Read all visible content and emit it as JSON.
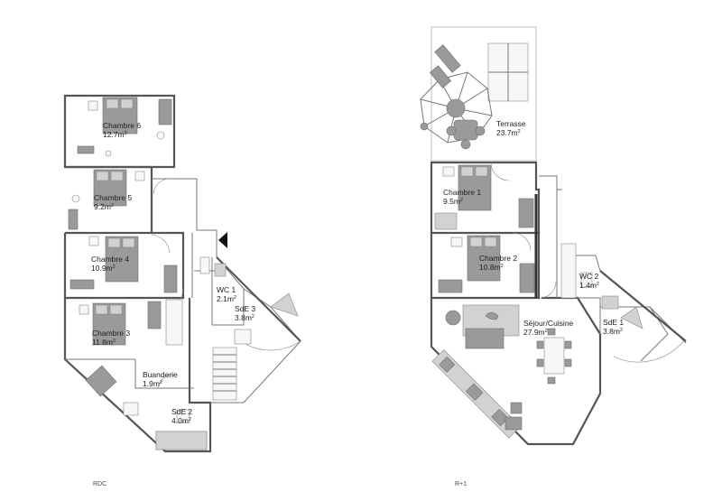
{
  "floors": [
    {
      "id": "rdc",
      "label": "RDC",
      "rooms": [
        {
          "name": "Chambre 6",
          "area": "12.7m"
        },
        {
          "name": "Chambre 5",
          "area": "9.2m"
        },
        {
          "name": "Chambre 4",
          "area": "10.9m"
        },
        {
          "name": "Chambre 3",
          "area": "11.8m"
        },
        {
          "name": "WC 1",
          "area": "2.1m"
        },
        {
          "name": "SdE 3",
          "area": "3.8m"
        },
        {
          "name": "Buanderie",
          "area": "1.9m"
        },
        {
          "name": "SdE 2",
          "area": "4.0m"
        }
      ]
    },
    {
      "id": "r1",
      "label": "R+1",
      "rooms": [
        {
          "name": "Terrasse",
          "area": "23.7m"
        },
        {
          "name": "Chambre 1",
          "area": "9.5m"
        },
        {
          "name": "Chambre 2",
          "area": "10.8m"
        },
        {
          "name": "WC 2",
          "area": "1.4m"
        },
        {
          "name": "Séjour/Cuisine",
          "area": "27.9m"
        },
        {
          "name": "SdE 1",
          "area": "3.8m"
        }
      ]
    }
  ],
  "area_unit_exponent": "2"
}
